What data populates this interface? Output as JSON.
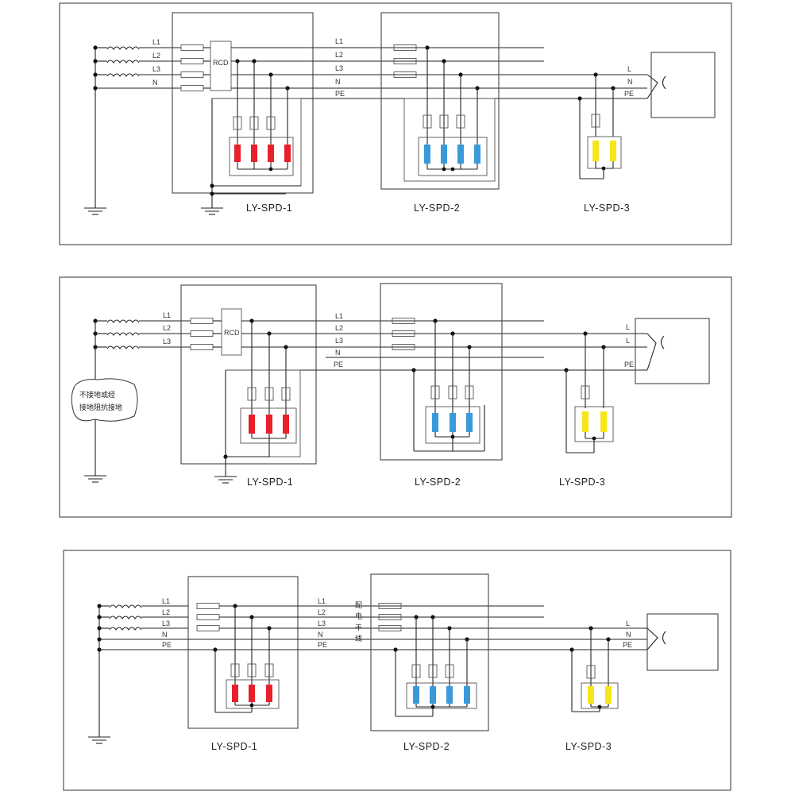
{
  "panel1": {
    "source_labels": [
      "L1",
      "L2",
      "L3",
      "N"
    ],
    "line_labels": [
      "L1",
      "L2",
      "L3",
      "N",
      "PE"
    ],
    "load_labels": [
      "L",
      "N",
      "PE"
    ],
    "rcd": "RCD",
    "spd1": "LY-SPD-1",
    "spd2": "LY-SPD-2",
    "spd3": "LY-SPD-3"
  },
  "panel2": {
    "source_labels": [
      "L1",
      "L2",
      "L3"
    ],
    "line_labels": [
      "L1",
      "L2",
      "L3",
      "N",
      "PE"
    ],
    "load_labels": [
      "L",
      "L",
      "PE"
    ],
    "rcd": "RCD",
    "note_line1": "不接地或经",
    "note_line2": "接地阻抗接地",
    "spd1": "LY-SPD-1",
    "spd2": "LY-SPD-2",
    "spd3": "LY-SPD-3"
  },
  "panel3": {
    "source_labels": [
      "L1",
      "L2",
      "L3",
      "N",
      "PE"
    ],
    "line_labels": [
      "L1",
      "L2",
      "L3",
      "N",
      "PE"
    ],
    "feeder_chars": [
      "配",
      "电",
      "干",
      "线"
    ],
    "load_labels": [
      "L",
      "N",
      "PE"
    ],
    "spd1": "LY-SPD-1",
    "spd2": "LY-SPD-2",
    "spd3": "LY-SPD-3"
  },
  "colors": {
    "spd1": "#e8202a",
    "spd2": "#3a9ad9",
    "spd3": "#f5e61a"
  }
}
